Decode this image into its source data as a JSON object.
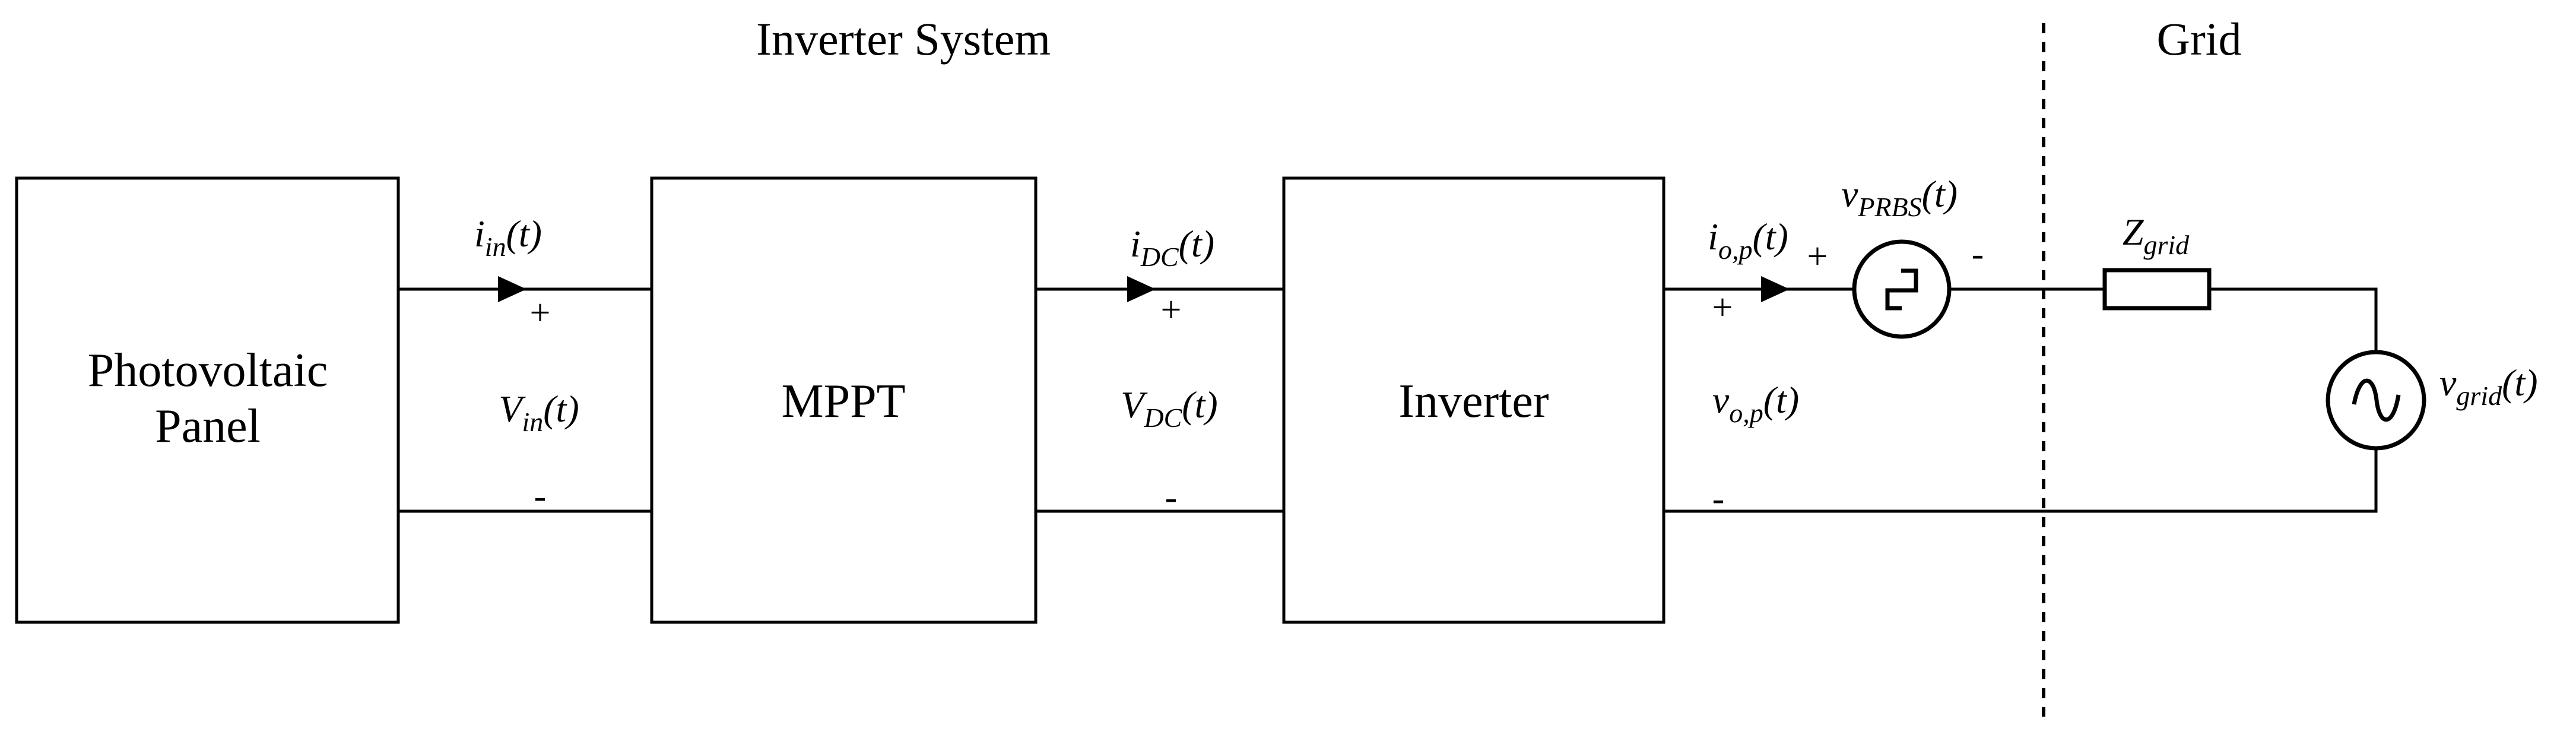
{
  "titles": {
    "system": "Inverter System",
    "grid": "Grid"
  },
  "blocks": {
    "pv": {
      "line1": "Photovoltaic",
      "line2": "Panel"
    },
    "mppt": {
      "label": "MPPT"
    },
    "inverter": {
      "label": "Inverter"
    }
  },
  "signals": {
    "i_in": {
      "base": "i",
      "sub": "in",
      "args": "(t)"
    },
    "v_in": {
      "base": "V",
      "sub": "in",
      "args": "(t)"
    },
    "i_dc": {
      "base": "i",
      "sub": "DC",
      "args": "(t)"
    },
    "v_dc": {
      "base": "V",
      "sub": "DC",
      "args": "(t)"
    },
    "i_op": {
      "base": "i",
      "sub": "o,p",
      "args": "(t)"
    },
    "v_op": {
      "base": "v",
      "sub": "o,p",
      "args": "(t)"
    },
    "v_prbs": {
      "base": "v",
      "sub": "PRBS",
      "args": "(t)"
    },
    "z_grid": {
      "base": "Z",
      "sub": "grid",
      "args": ""
    },
    "v_grid": {
      "base": "v",
      "sub": "grid",
      "args": "(t)"
    }
  },
  "polarity": {
    "plus": "+",
    "minus": "-"
  },
  "icons": {
    "prbs_source": "square-wave-icon",
    "grid_source": "sine-wave-icon"
  },
  "colors": {
    "ink": "#000000",
    "background": "#ffffff"
  }
}
